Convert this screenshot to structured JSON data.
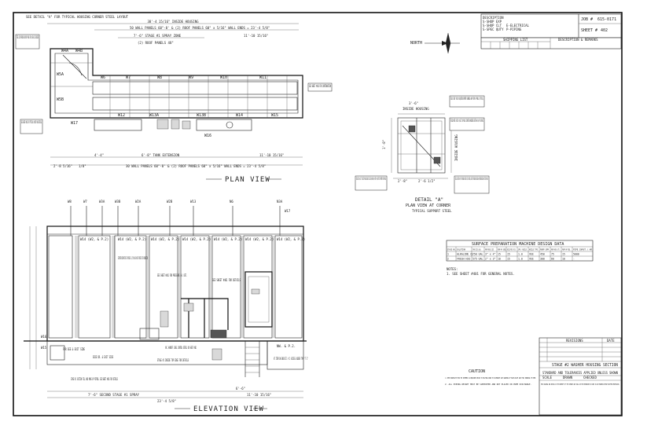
{
  "sheet": {
    "border_labels": {
      "top_left_note": "SEE DETAIL \"A\" FOR TYPICAL HOUSING CORNER STEEL LAYOUT",
      "north": "NORTH"
    },
    "plan_view": {
      "title": "PLAN VIEW",
      "overall_dim": "38'-4 15/16\" INSIDE HOUSING",
      "dims_top": [
        "50 WALL PANELS 60\"-8' & (2) ROOF PANELS 60\" x 5/16\" WALL ENDS = 23'-4 5/8\"",
        "7'-6\" STAGE #1 SPRAY ZONE",
        "(2) ROOF PANELS 48\"",
        "11'-10 15/16\""
      ],
      "dims_bottom": [
        "2'-8 5/16\"",
        "1/8\"",
        "4'-4\"",
        "6'-8\" TANK EXTENSION",
        "30 WALL PANELS 60\"-8' & (2) ROOF PANELS 60\" x 5/16\" WALL ENDS = 23'-4 5/8\"",
        "11'-10 15/16\""
      ],
      "callouts": [
        "SEE SHEET #401 FOR CONTINUATION",
        "STEEL CLIP OPENINGS ON ROOF PANEL FOR ON SEAL SIDE INSIDE",
        "SEE SHEET #401 FOR TYPICAL LAYOUT AND DETAILS"
      ],
      "tags": [
        "W4A",
        "W4B",
        "W5A",
        "W5B",
        "W6",
        "W7",
        "W8",
        "W9",
        "W10",
        "W11",
        "W12",
        "W13A",
        "W13B",
        "W14",
        "W15",
        "W16",
        "W17"
      ]
    },
    "detail_a": {
      "title": "DETAIL \"A\"",
      "subtitle": "PLAN VIEW AT CORNER",
      "note": "TYPICAL SUPPORT STEEL",
      "dims": [
        "3'-6\"",
        "1'-8\"",
        "2'-8\"",
        "2'-6 1/2\""
      ],
      "labels": [
        "INSIDE HOUSING",
        "INSIDE HOUSING"
      ],
      "callouts": [
        "FIELD FIGHT TACK OR EQUATION SUPPORT CHANNELS AWAY FROM GP PANELS (TYPICAL)",
        "FIELD NOTE: BOLT W/SLT IN PLACE CONTAIN HOUSING WITH W4 W/ ON PLACE",
        "FIELD BOLT W/SLT TO INLET PANELS BELOW FIELD BE W/4W OR W/W TOP W/ SHORT TO SUPPORT ROOF PANELS",
        "FIELD LOCATE WITH W4/W TOP OF CHANNELS WITH BOLT W/SLT LAND BUCK, LONG TO FORM ELBOW HOUSING ELBOW W/3 MACHINE WELDED AND WAIT WITH ON PLACE"
      ]
    },
    "elevation_view": {
      "title": "ELEVATION VIEW",
      "overall_dims": [
        "7'-6\" SECOND STAGE #1 SPRAY",
        "11'-10 15/16\"",
        "6'-6\"",
        "23'-4 5/8\""
      ],
      "wall_labels": [
        "W14 (W2, & P.2)",
        "W14 (W2, & P.2)",
        "W14 (W2, & P.2)",
        "W14 (W2, & P.2)",
        "W14 (W2, & P.2)",
        "W14 (W2, & P.2)",
        "W14 (W2, & P.2)"
      ],
      "notes": [
        "ESTIMATED CONTRACTORS TO PROVIDE 1 1/2\"Ø VALVE AND TO PROJECT WITH CONNECTION",
        "SEE SHEET #401 FOR PRESSURE GA. DET.",
        "SEE SHEET #401 FOR DETAILS",
        "STAGE #1 INSIDE TOP EDGE FOR DETAILS",
        "VAC. HANDOFF LEVEL CONTROL DETAIL ON SHEET #401",
        "STAGE #2 SUCTION FILL AND MAKE-UP PIPING. SEE SHEET #401 FOR DETAILS",
        "AT ITEM ON END DET. # 2 ACCESS LADDER TYPE \"T-1\"",
        "FOR SEE & EXIT SIDE",
        "SIDE DR. & EXIT SIDE",
        "NW. & P.2."
      ],
      "tags": [
        "W8",
        "W7",
        "W3A",
        "W3B",
        "W2A",
        "W2B",
        "W13",
        "N6",
        "N3A",
        "W17",
        "W16",
        "W15"
      ]
    },
    "design_data": {
      "title": "SURFACE PREPARATION MACHINE DESIGN DATA",
      "headers": [
        "STAGE NO.",
        "SOLUTION",
        "TANK SIZE (GAL)",
        "PUMP MODEL SIZE",
        "PUMP HP (REQ)",
        "NOZZLE PRESS (PSI)",
        "GPM / NOZZLE",
        "NOZZLE TYPE",
        "PUMP GPM",
        "PUMP HEAD (FT)",
        "PUMP HP REQ.",
        "PIPE INPUT / HR"
      ],
      "rows": [
        [
          "1",
          "ALKALINE CL.",
          "750 GAL",
          "3\" x 4\"",
          "15",
          "15",
          "1.0",
          "VEE",
          "450",
          "75",
          "15",
          "5000"
        ],
        [
          "2",
          "FRESH H2O",
          "575 GAL",
          "2\" x 3\"",
          "10",
          "15",
          "1.0",
          "VEE",
          "300",
          "60",
          "10",
          "-"
        ]
      ],
      "notes_title": "NOTES:",
      "notes": [
        "1. SEE SHEET #401 FOR GENERAL NOTES."
      ]
    },
    "title_block": {
      "job_label": "JOB #",
      "job_value": "615-0171",
      "sheet_label": "SHEET #",
      "sheet_value": "402",
      "description_lines": [
        "DESCRIPTION",
        "S-SHOP EXP",
        "S-SHOP CLT",
        "E-ELECTRICAL",
        "S-SPEC QUTY",
        "P-PIPING"
      ],
      "drawing_list_label": "SHIPPING LIST",
      "desc_remarks": "DESCRIPTION & REMARKS",
      "revision_label": "REVISIONS",
      "date_label": "DATE",
      "drawing_title": "STAGE #2 WASHER HOUSING SECTION",
      "scale_row": [
        "SCALE",
        "DRAWN",
        "CHECKED"
      ],
      "standards_note": "STANDARD AND TOLERANCES APPLIED UNLESS SHOWN",
      "caution_title": "CAUTION",
      "caution_lines": [
        "1. PUMP BASEPLATE MUST BE SHIMMED AS REQUIRED PRIOR TO BOLTING DOWN TO ELIMINATE ANY WARPING OF BASE-PLATE AND THUS BINDING OF PUMP.",
        "2. ALL PIPING WEIGHT MUST BE SUPPORTED AND NOT PLACED ON PUMP DISCHARGE."
      ],
      "proprietary": "THIS DRAWING AND DESIGN IS THE PROPERTY OF THE COMPANY AND SHALL NOT BE REPRODUCED OR USED IN ANY MANNER WITHOUT WRITTEN PERMISSION."
    }
  }
}
